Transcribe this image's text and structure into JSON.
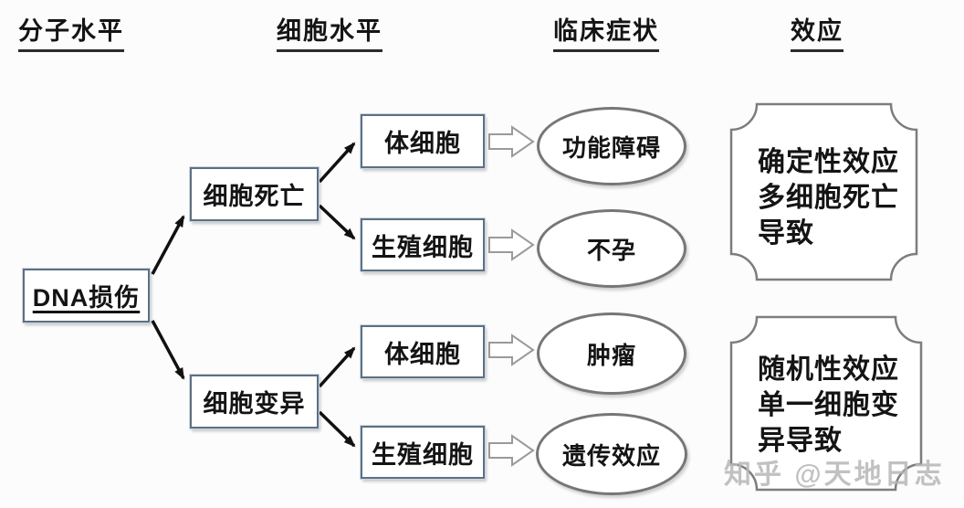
{
  "headers": [
    {
      "label": "分子水平"
    },
    {
      "label": "细胞水平"
    },
    {
      "label": "临床症状"
    },
    {
      "label": "效应"
    }
  ],
  "nodes": {
    "dna": {
      "label": "DNA损伤"
    },
    "cell_death": {
      "label": "细胞死亡"
    },
    "cell_mutation": {
      "label": "细胞变异"
    },
    "somatic_top": {
      "label": "体细胞"
    },
    "germ_top": {
      "label": "生殖细胞"
    },
    "somatic_bottom": {
      "label": "体细胞"
    },
    "germ_bottom": {
      "label": "生殖细胞"
    }
  },
  "symptoms": {
    "dysfunction": {
      "label": "功能障碍"
    },
    "infertility": {
      "label": "不孕"
    },
    "tumor": {
      "label": "肿瘤"
    },
    "genetic": {
      "label": "遗传效应"
    }
  },
  "effects": {
    "deterministic": {
      "lines": [
        "确定性效应",
        "多细胞死亡",
        "导致"
      ]
    },
    "stochastic": {
      "lines": [
        "随机性效应",
        "单一细胞变",
        "异导致"
      ]
    }
  },
  "watermark": {
    "text": "知乎 @天地日志"
  },
  "colors": {
    "box_border": "#5e6f80",
    "box_outer_glow": "#c9d8e7",
    "ellipse_border": "#767676",
    "plaque_border": "#7d7d7d",
    "arrow": "#111111",
    "block_arrow_outline": "#9a9a9a",
    "header_underline": "#2b2b2b",
    "watermark_gray": "#b6b6b6",
    "background": "#fcfcfc"
  }
}
